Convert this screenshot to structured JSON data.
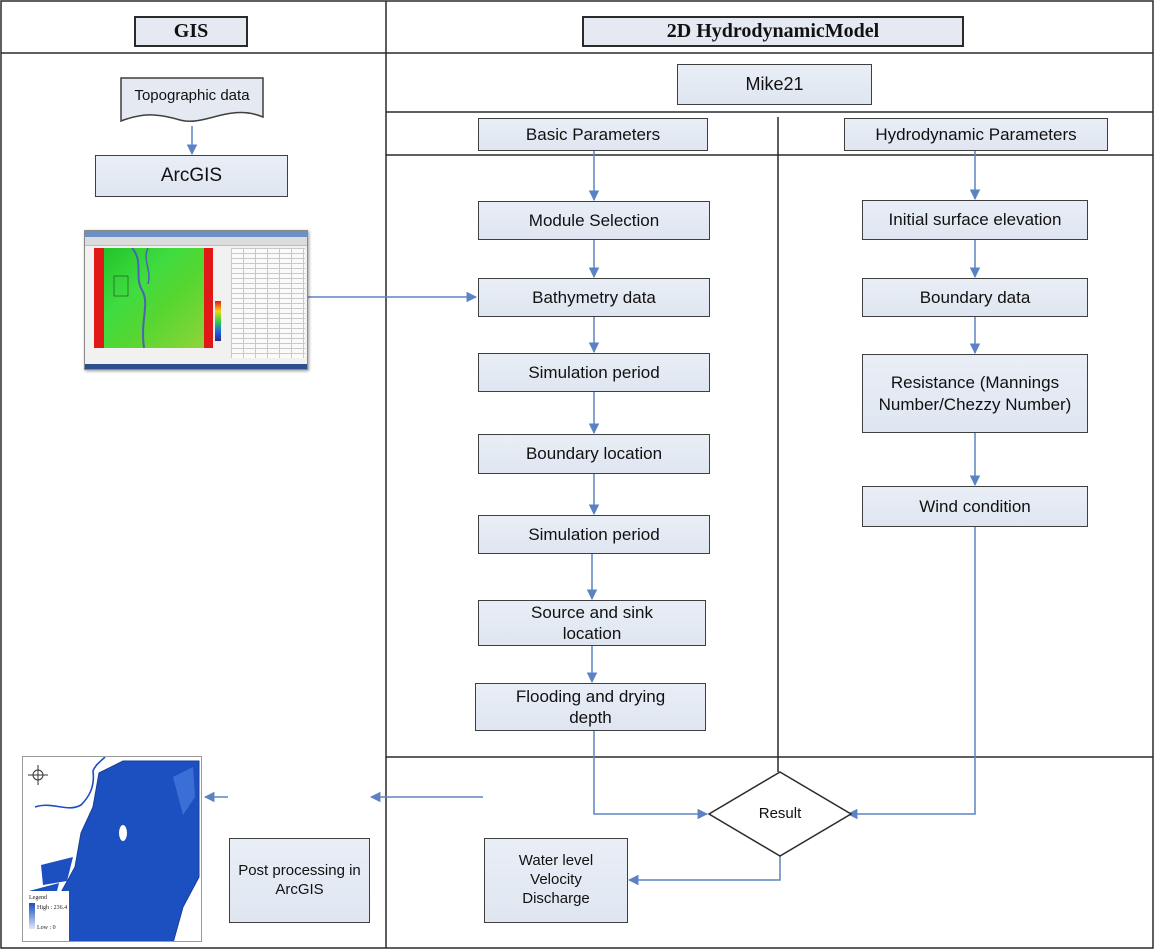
{
  "columns": {
    "gis_header": "GIS",
    "model_header": "2D HydrodynamicModel"
  },
  "gis": {
    "topographic_data": "Topographic data",
    "arcgis": "ArcGIS",
    "post_processing": "Post processing in ArcGIS",
    "legend": {
      "title": "Legend",
      "high": "High : 236.4",
      "low": "Low : 0"
    }
  },
  "model": {
    "mike21": "Mike21",
    "basic_header": "Basic Parameters",
    "hydro_header": "Hydrodynamic Parameters",
    "basic_steps": [
      "Module Selection",
      "Bathymetry data",
      "Simulation period",
      "Boundary location",
      "Simulation period",
      "Source and sink location",
      "Flooding and drying depth"
    ],
    "hydro_steps": [
      "Initial surface elevation",
      "Boundary data",
      "Resistance (Mannings Number/Chezzy Number)",
      "Wind condition"
    ],
    "result": "Result",
    "outputs": "Water level Velocity Discharge"
  },
  "colors": {
    "box_fill": "#dfe6f1",
    "box_border": "#3f3f3f",
    "arrow": "#5b83c3",
    "map_fill": "#1c4fbf"
  }
}
